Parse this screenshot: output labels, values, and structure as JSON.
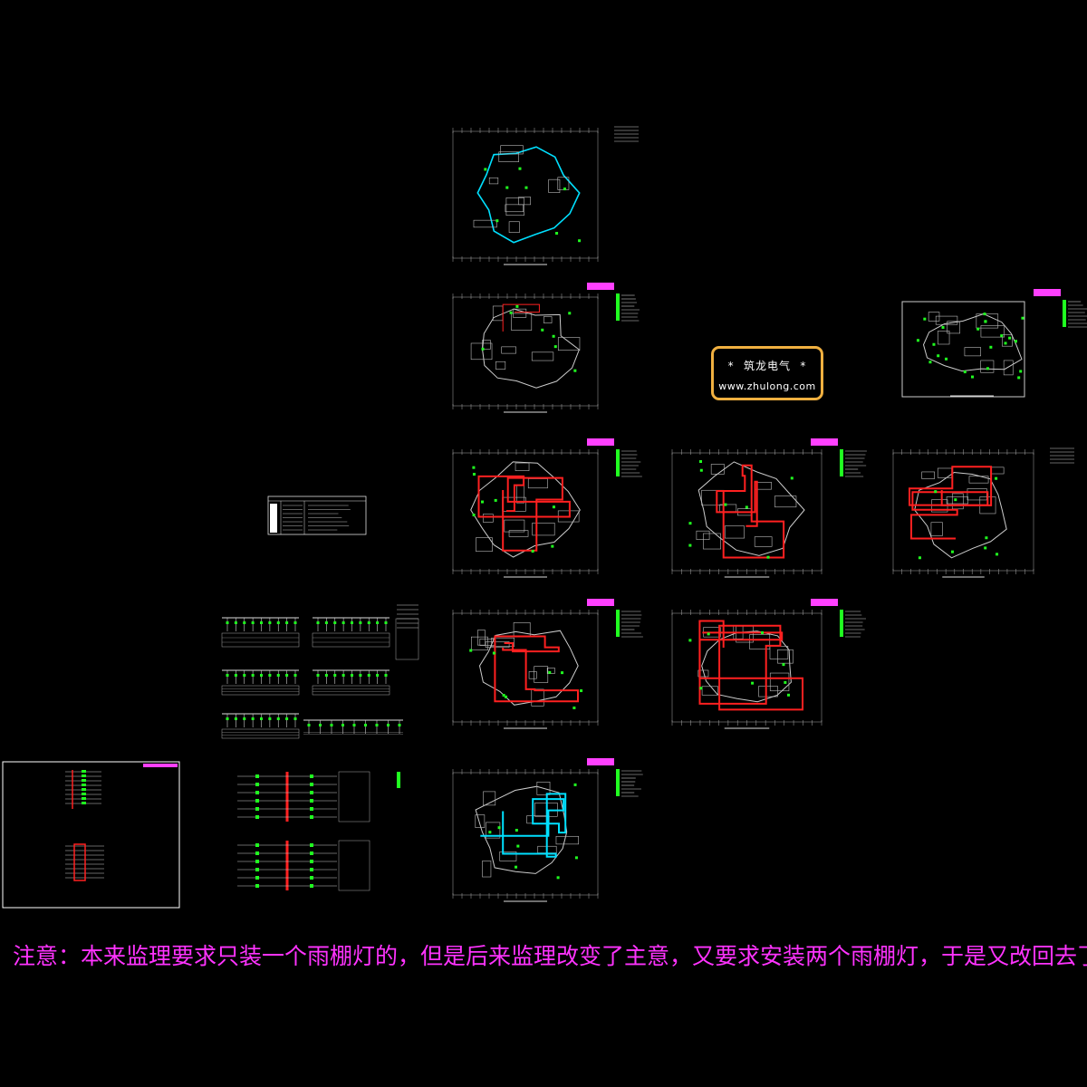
{
  "watermark": {
    "line1": "筑龙电气",
    "star": "*",
    "line2": "www.zhulong.com"
  },
  "note": {
    "text": "注意：本来监理要求只装一个雨棚灯的，但是后来监理改变了主意，又要求安装两个雨棚灯，于是又改回去了。"
  },
  "colors": {
    "background": "#000000",
    "note": "#ff33ff",
    "watermark_border": "#f0b040",
    "wall": "#ffffff",
    "wiring": "#ff2020",
    "equipment": "#20ff20",
    "gas": "#00e0ff",
    "title_block": "#ff40ff"
  }
}
